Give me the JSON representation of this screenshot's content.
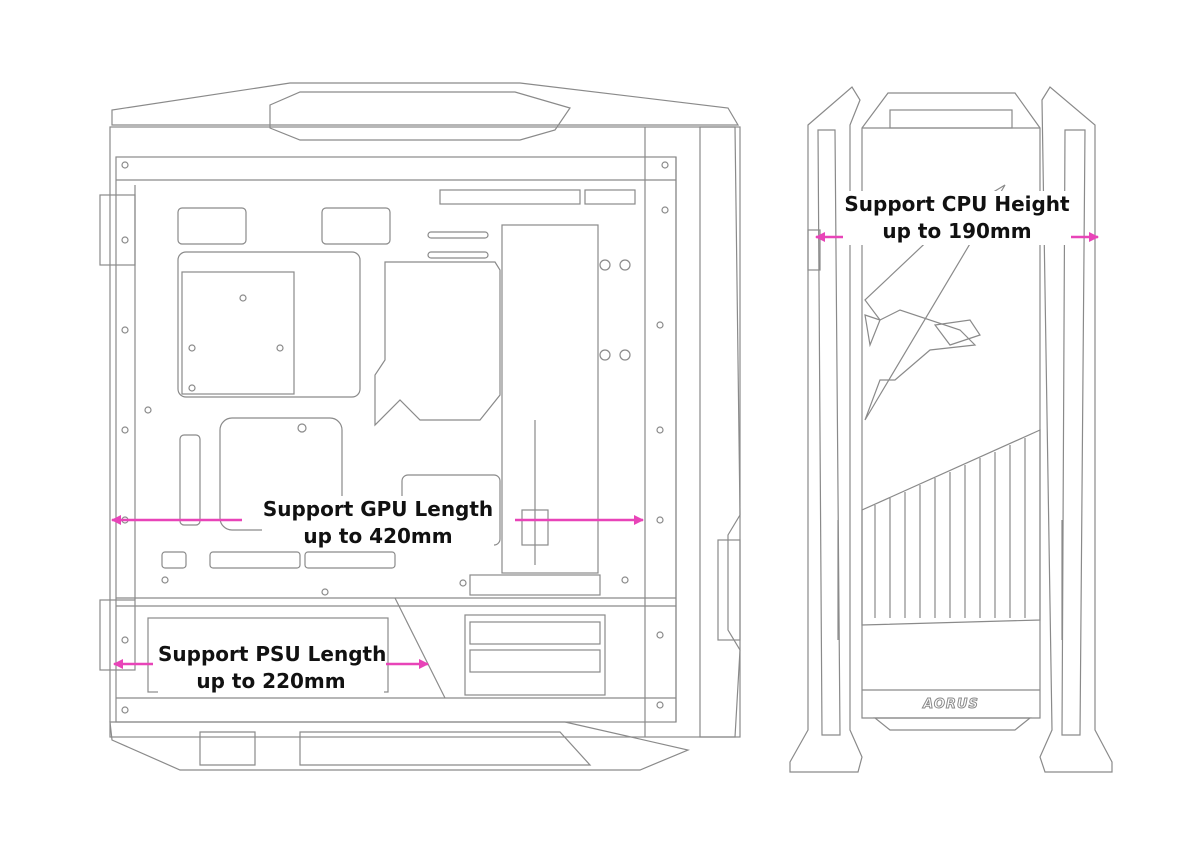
{
  "annotations": {
    "gpu": {
      "line1": "Support GPU Length",
      "line2": "up to 420mm"
    },
    "psu": {
      "line1": "Support PSU Length",
      "line2": "up to 220mm"
    },
    "cpu": {
      "line1": "Support CPU Height",
      "line2": "up to 190mm"
    }
  },
  "front_logo": "AORUS",
  "colors": {
    "arrow": "#e844b8",
    "outline": "#8a8a8a",
    "background": "#ffffff"
  }
}
